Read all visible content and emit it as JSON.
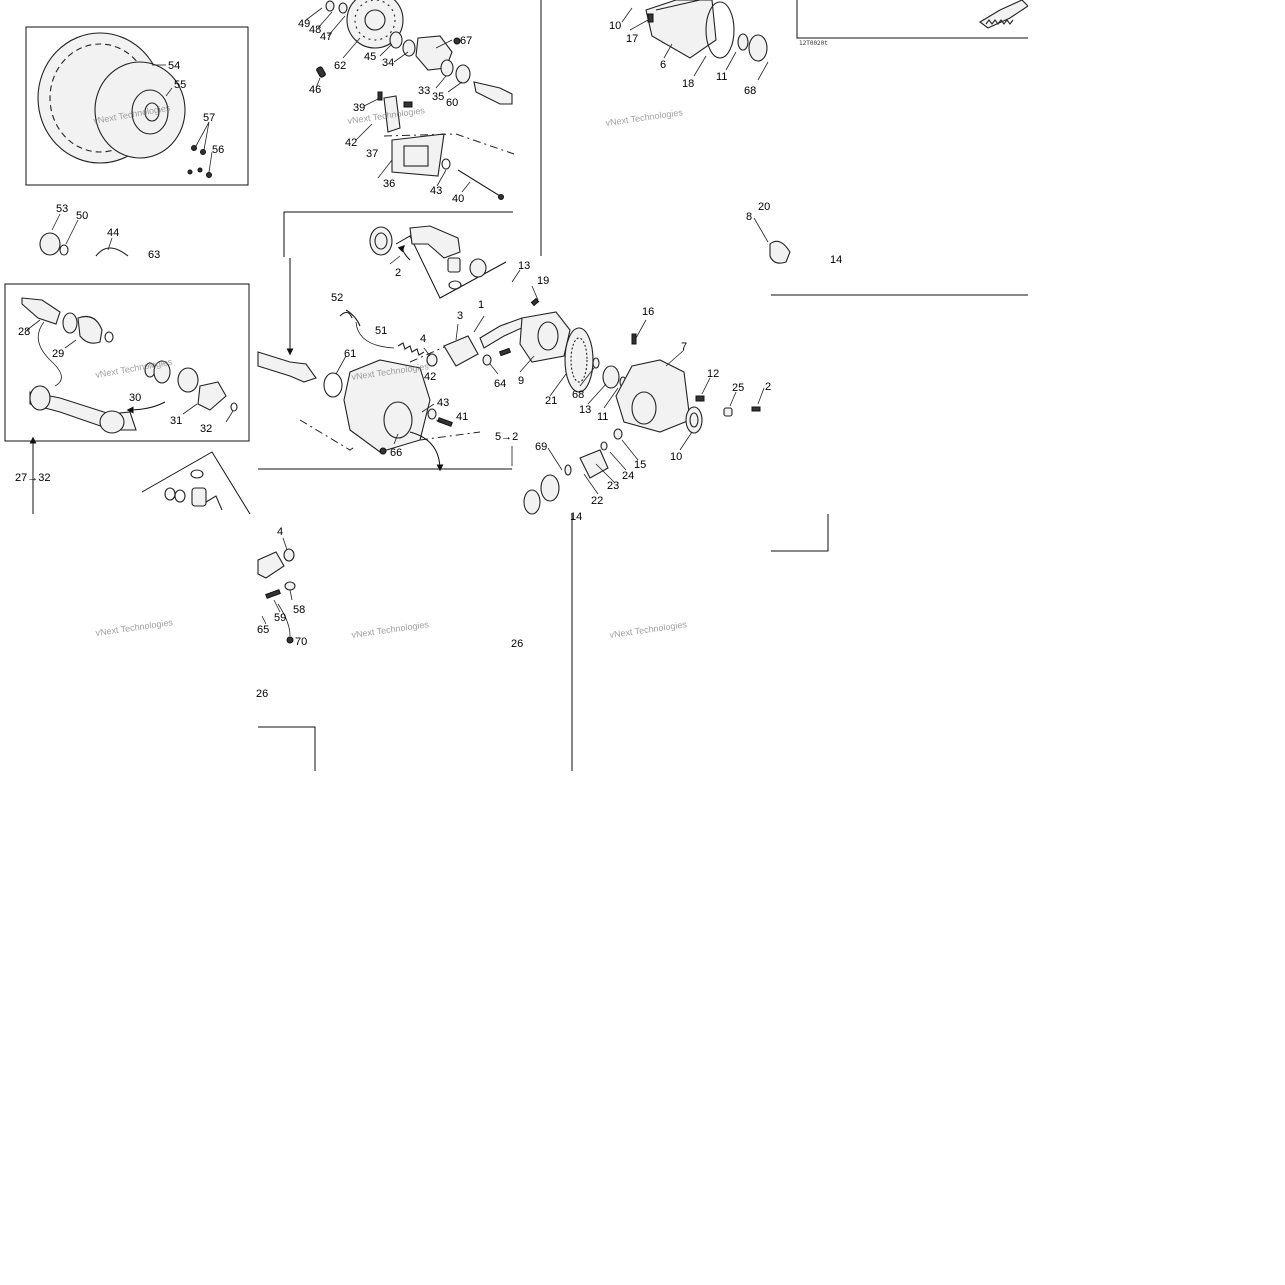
{
  "diagram": {
    "image_code": "12T0020t",
    "watermark": "vNext Technologies",
    "refs": {
      "ref_27_32": "27→32",
      "ref_5_2": "5→2",
      "ref_26a": "26",
      "ref_26b": "26"
    },
    "part_labels": [
      {
        "id": "p54",
        "text": "54"
      },
      {
        "id": "p55",
        "text": "55"
      },
      {
        "id": "p57",
        "text": "57"
      },
      {
        "id": "p56",
        "text": "56"
      },
      {
        "id": "p53",
        "text": "53"
      },
      {
        "id": "p50",
        "text": "50"
      },
      {
        "id": "p44",
        "text": "44"
      },
      {
        "id": "p63",
        "text": "63"
      },
      {
        "id": "p28",
        "text": "28"
      },
      {
        "id": "p29",
        "text": "29"
      },
      {
        "id": "p30",
        "text": "30"
      },
      {
        "id": "p31",
        "text": "31"
      },
      {
        "id": "p32",
        "text": "32"
      },
      {
        "id": "p49",
        "text": "49"
      },
      {
        "id": "p48",
        "text": "48"
      },
      {
        "id": "p47",
        "text": "47"
      },
      {
        "id": "p62",
        "text": "62"
      },
      {
        "id": "p45",
        "text": "45"
      },
      {
        "id": "p34",
        "text": "34"
      },
      {
        "id": "p67",
        "text": "67"
      },
      {
        "id": "p33",
        "text": "33"
      },
      {
        "id": "p35",
        "text": "35"
      },
      {
        "id": "p60",
        "text": "60"
      },
      {
        "id": "p46",
        "text": "46"
      },
      {
        "id": "p39",
        "text": "39"
      },
      {
        "id": "p42a",
        "text": "42"
      },
      {
        "id": "p37",
        "text": "37"
      },
      {
        "id": "p36",
        "text": "36"
      },
      {
        "id": "p43a",
        "text": "43"
      },
      {
        "id": "p40",
        "text": "40"
      },
      {
        "id": "p10a",
        "text": "10"
      },
      {
        "id": "p17",
        "text": "17"
      },
      {
        "id": "p6",
        "text": "6"
      },
      {
        "id": "p18",
        "text": "18"
      },
      {
        "id": "p11a",
        "text": "11"
      },
      {
        "id": "p68a",
        "text": "68"
      },
      {
        "id": "p20",
        "text": "20"
      },
      {
        "id": "p8",
        "text": "8"
      },
      {
        "id": "p14a",
        "text": "14"
      },
      {
        "id": "p2",
        "text": "2"
      },
      {
        "id": "p13a",
        "text": "13"
      },
      {
        "id": "p19",
        "text": "19"
      },
      {
        "id": "p52",
        "text": "52"
      },
      {
        "id": "p1",
        "text": "1"
      },
      {
        "id": "p51",
        "text": "51"
      },
      {
        "id": "p4a",
        "text": "4"
      },
      {
        "id": "p3",
        "text": "3"
      },
      {
        "id": "p61",
        "text": "61"
      },
      {
        "id": "p42b",
        "text": "42"
      },
      {
        "id": "p64",
        "text": "64"
      },
      {
        "id": "p9",
        "text": "9"
      },
      {
        "id": "p43b",
        "text": "43"
      },
      {
        "id": "p41",
        "text": "41"
      },
      {
        "id": "p66",
        "text": "66"
      },
      {
        "id": "p21",
        "text": "21"
      },
      {
        "id": "p68b",
        "text": "68"
      },
      {
        "id": "p13b",
        "text": "13"
      },
      {
        "id": "p11b",
        "text": "11"
      },
      {
        "id": "p16",
        "text": "16"
      },
      {
        "id": "p7",
        "text": "7"
      },
      {
        "id": "p12",
        "text": "12"
      },
      {
        "id": "p25",
        "text": "25"
      },
      {
        "id": "p2b",
        "text": "2"
      },
      {
        "id": "p10b",
        "text": "10"
      },
      {
        "id": "p69",
        "text": "69"
      },
      {
        "id": "p22",
        "text": "22"
      },
      {
        "id": "p23",
        "text": "23"
      },
      {
        "id": "p24",
        "text": "24"
      },
      {
        "id": "p15",
        "text": "15"
      },
      {
        "id": "p14b",
        "text": "14"
      },
      {
        "id": "p4b",
        "text": "4"
      },
      {
        "id": "p58",
        "text": "58"
      },
      {
        "id": "p59",
        "text": "59"
      },
      {
        "id": "p65",
        "text": "65"
      },
      {
        "id": "p70",
        "text": "70"
      }
    ]
  }
}
